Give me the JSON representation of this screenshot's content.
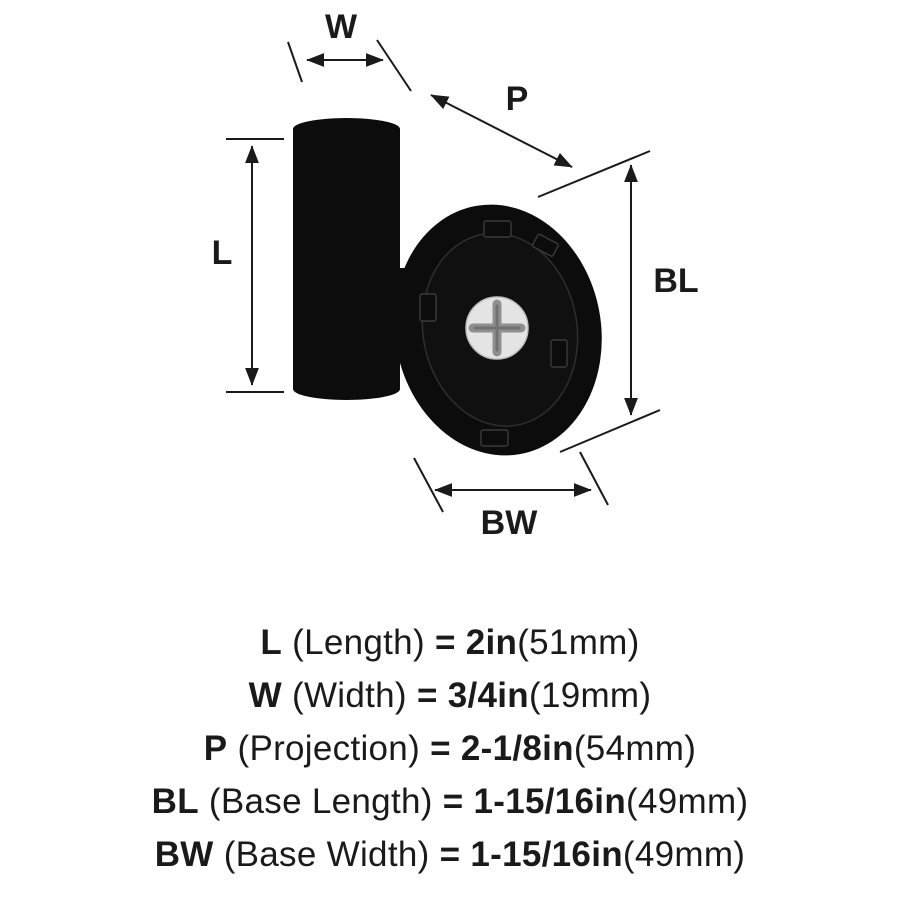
{
  "diagram": {
    "labels": {
      "w": "W",
      "p": "P",
      "l": "L",
      "bl": "BL",
      "bw": "BW"
    }
  },
  "specs": [
    {
      "symbol": "L",
      "name": "(Length)",
      "equals": "=",
      "value": "2in",
      "metric": "(51mm)"
    },
    {
      "symbol": "W",
      "name": "(Width)",
      "equals": "=",
      "value": "3/4in",
      "metric": "(19mm)"
    },
    {
      "symbol": "P",
      "name": "(Projection)",
      "equals": "=",
      "value": "2-1/8in",
      "metric": "(54mm)"
    },
    {
      "symbol": "BL",
      "name": "(Base Length)",
      "equals": "=",
      "value": "1-15/16in",
      "metric": "(49mm)"
    },
    {
      "symbol": "BW",
      "name": "(Base Width)",
      "equals": "=",
      "value": "1-15/16in",
      "metric": "(49mm)"
    }
  ],
  "colors": {
    "ink": "#1a1a1a",
    "hook_black": "#0c0c0c",
    "screw_light": "#e4e4e4",
    "screw_cross": "#8f8f8f"
  }
}
